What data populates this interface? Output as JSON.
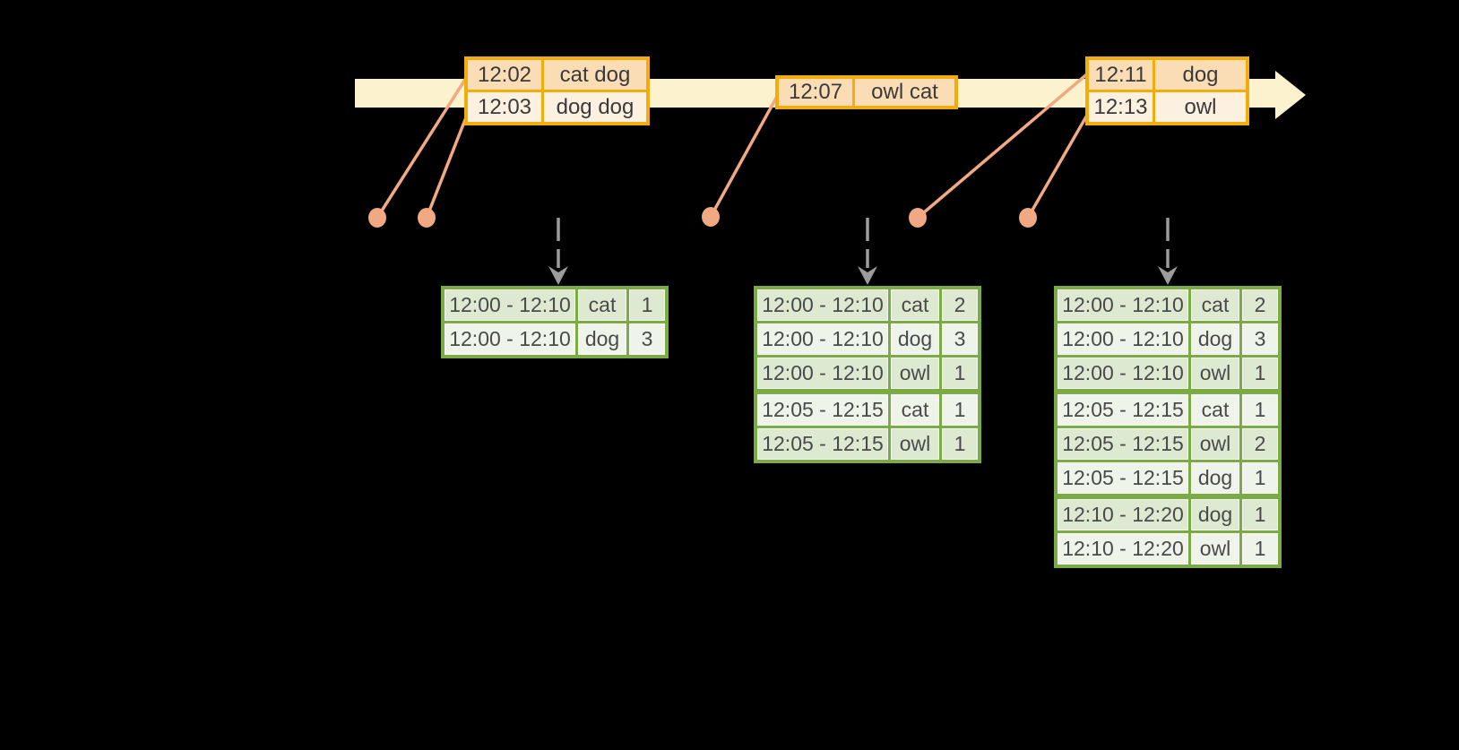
{
  "colors": {
    "background": "#000000",
    "timeline_fill": "#FCF3CE",
    "event_border": "#F0AD0D",
    "event_row_fill_a": "#FADCB5",
    "event_row_fill_b": "#FCF1E1",
    "event_text": "#3A3A3A",
    "connector": "#F0A982",
    "trigger_arrow": "#9C9C9C",
    "result_border": "#7AAB44",
    "result_row_fill_a": "#DDE9D1",
    "result_row_fill_b": "#EFF4EA",
    "result_text": "#4A4A4A"
  },
  "icons": {
    "timeline_arrow": "right-arrow",
    "event_marker": "dot",
    "trigger_arrow": "dashed-down-arrow"
  },
  "event_tables": [
    {
      "rows": [
        {
          "time": "12:02",
          "words": "cat dog"
        },
        {
          "time": "12:03",
          "words": "dog dog"
        }
      ]
    },
    {
      "rows": [
        {
          "time": "12:07",
          "words": "owl cat"
        }
      ]
    },
    {
      "rows": [
        {
          "time": "12:11",
          "words": "dog"
        },
        {
          "time": "12:13",
          "words": "owl"
        }
      ]
    }
  ],
  "result_tables": [
    {
      "rows": [
        [
          "12:00 - 12:10",
          "cat",
          "1"
        ],
        [
          "12:00 - 12:10",
          "dog",
          "3"
        ]
      ]
    },
    {
      "rows": [
        [
          "12:00 - 12:10",
          "cat",
          "2"
        ],
        [
          "12:00 - 12:10",
          "dog",
          "3"
        ],
        [
          "12:00 - 12:10",
          "owl",
          "1"
        ],
        [
          "12:05 - 12:15",
          "cat",
          "1"
        ],
        [
          "12:05 - 12:15",
          "owl",
          "1"
        ]
      ]
    },
    {
      "rows": [
        [
          "12:00 - 12:10",
          "cat",
          "2"
        ],
        [
          "12:00 - 12:10",
          "dog",
          "3"
        ],
        [
          "12:00 - 12:10",
          "owl",
          "1"
        ],
        [
          "12:05 - 12:15",
          "cat",
          "1"
        ],
        [
          "12:05 - 12:15",
          "owl",
          "2"
        ],
        [
          "12:05 - 12:15",
          "dog",
          "1"
        ],
        [
          "12:10 - 12:20",
          "dog",
          "1"
        ],
        [
          "12:10 - 12:20",
          "owl",
          "1"
        ]
      ]
    }
  ]
}
